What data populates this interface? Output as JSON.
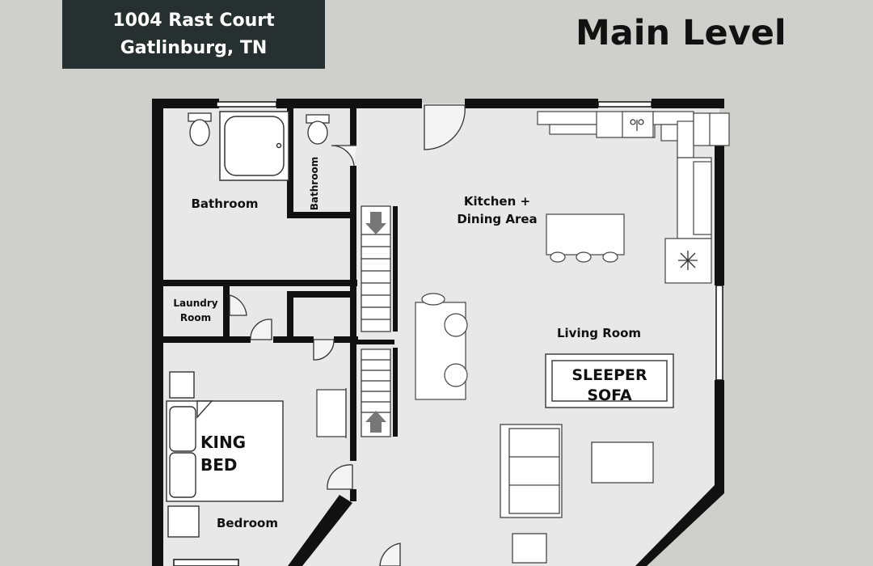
{
  "header": {
    "address_line1": "1004 Rast Court",
    "address_line2": "Gatlinburg, TN",
    "level_title": "Main Level"
  },
  "rooms": {
    "bathroom": "Bathroom",
    "half_bathroom": "Bathroom",
    "laundry_line1": "Laundry",
    "laundry_line2": "Room",
    "kitchen_line1": "Kitchen +",
    "kitchen_line2": "Dining Area",
    "living_room": "Living Room",
    "bedroom": "Bedroom"
  },
  "furniture": {
    "sleeper_sofa_line1": "SLEEPER",
    "sleeper_sofa_line2": "SOFA",
    "king_bed_line1": "KING",
    "king_bed_line2": "BED"
  },
  "colors": {
    "background": "#cfcfcb",
    "floor": "#e8e8e8",
    "walls": "#111111",
    "address_box": "#263030"
  },
  "icons": [
    "toilet-icon",
    "bathtub-icon",
    "sink-icon",
    "snowflake-icon",
    "stairs-up-arrow-icon",
    "stairs-down-arrow-icon"
  ]
}
